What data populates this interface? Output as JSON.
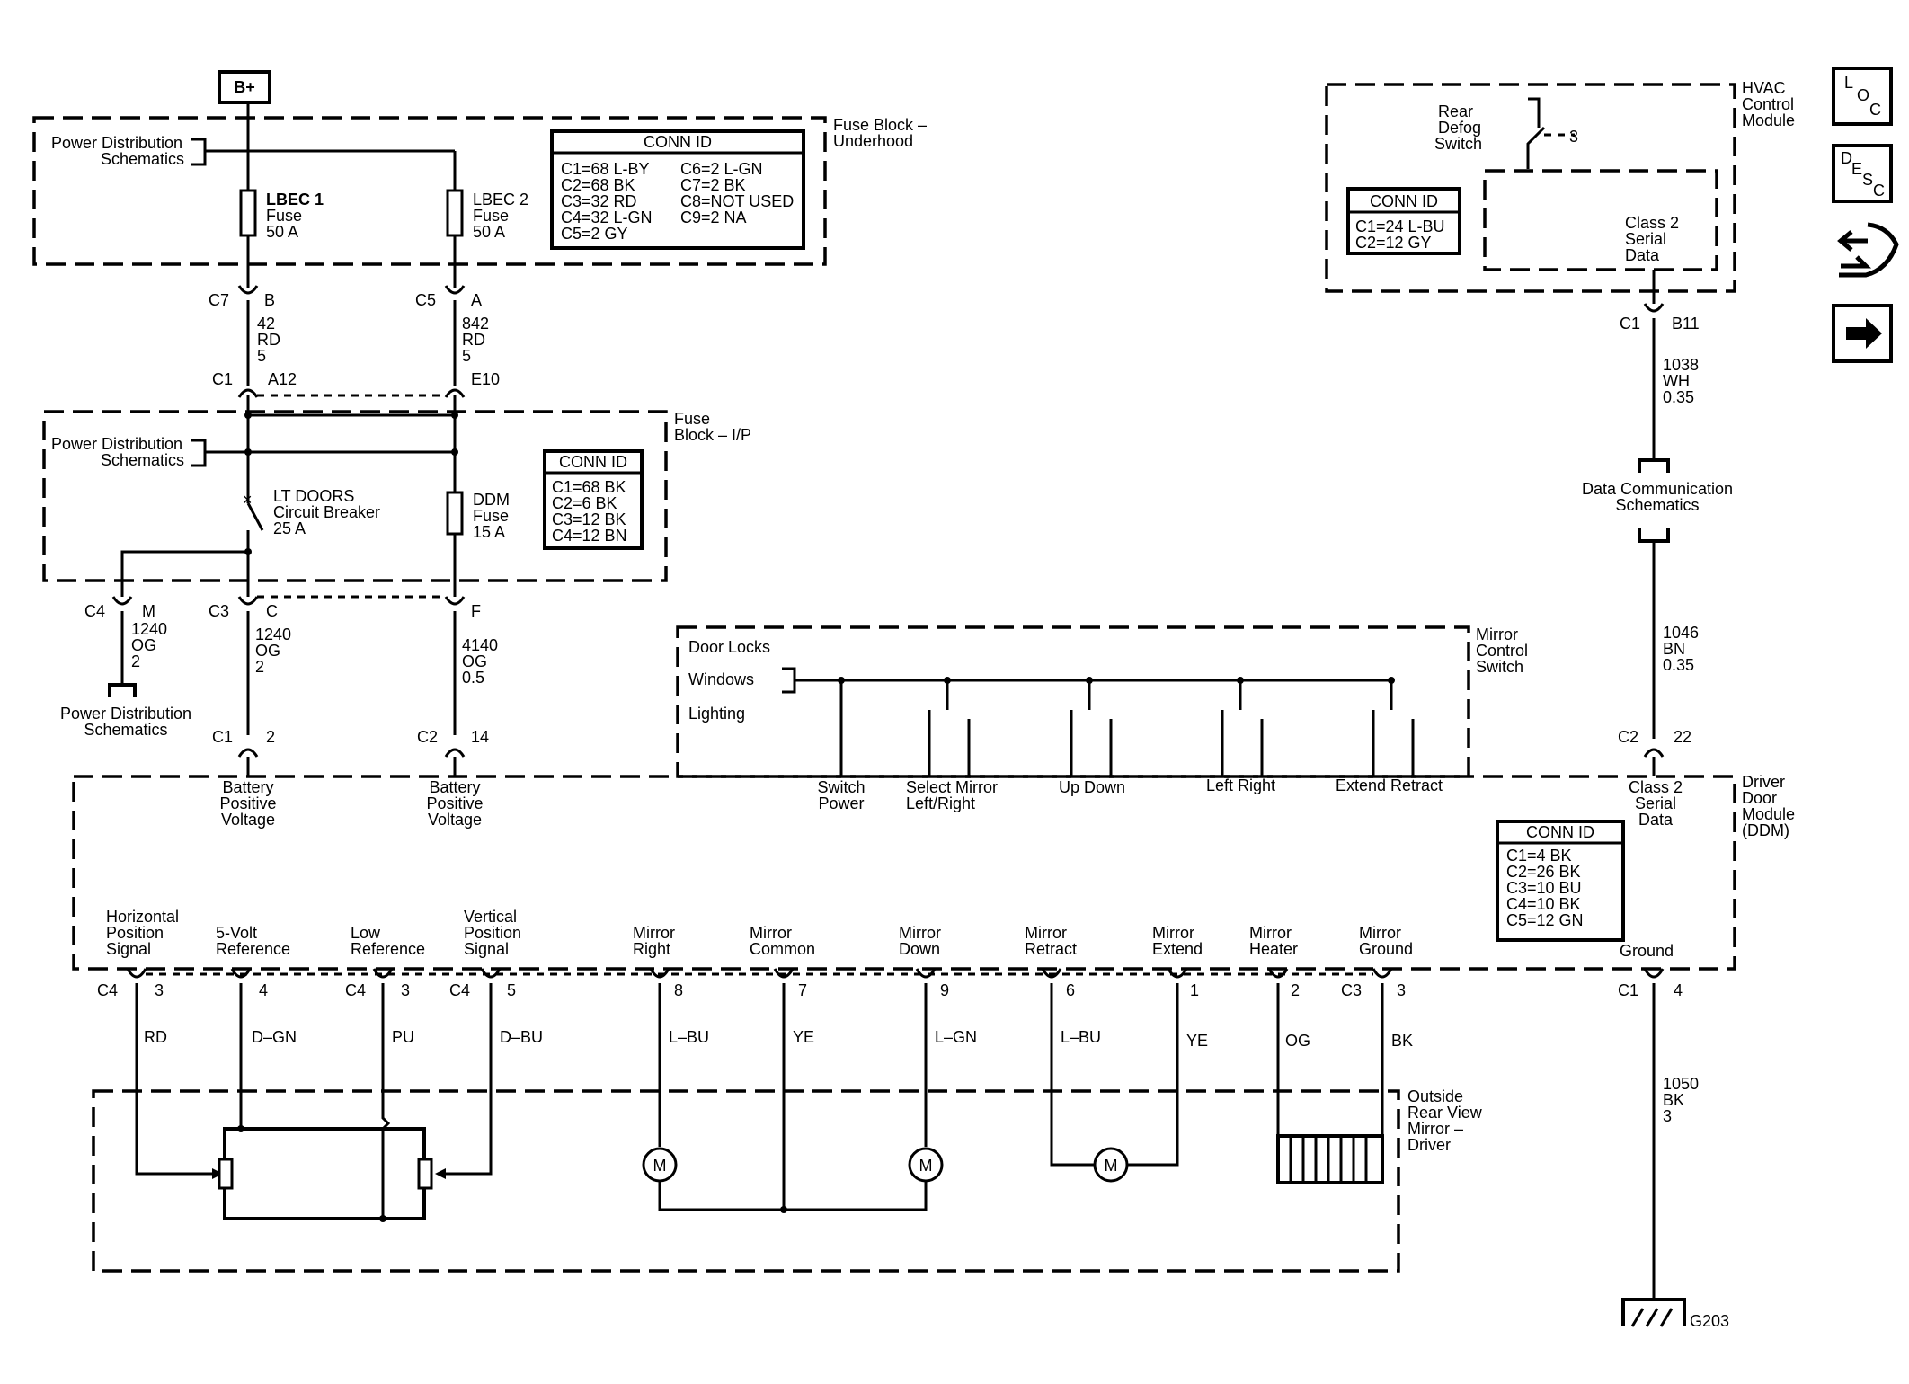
{
  "battery": "B+",
  "power_dist": [
    "Power Distribution",
    "Schematics"
  ],
  "fuse_block_underhood": [
    "Fuse Block –",
    "Underhood"
  ],
  "fuse_block_ip": [
    "Fuse",
    "Block – I/P"
  ],
  "lbec1": [
    "LBEC 1",
    "Fuse",
    "50 A"
  ],
  "lbec2": [
    "LBEC 2",
    "Fuse",
    "50 A"
  ],
  "underhood_conn": {
    "title": "CONN ID",
    "left": [
      "C1=68 L-BY",
      "C2=68 BK",
      "C3=32 RD",
      "C4=32 L-GN",
      "C5=2 GY"
    ],
    "right": [
      "C6=2 L-GN",
      "C7=2 BK",
      "C8=NOT USED",
      "C9=2 NA"
    ]
  },
  "ip_conn": {
    "title": "CONN ID",
    "rows": [
      "C1=68 BK",
      "C2=6 BK",
      "C3=12 BK",
      "C4=12 BN"
    ]
  },
  "lt_doors": [
    "LT DOORS",
    "Circuit Breaker",
    "25 A"
  ],
  "ddm_fuse": [
    "DDM",
    "Fuse",
    "15 A"
  ],
  "conn_c7": "C7",
  "conn_c7_pin": "B",
  "conn_c5": "C5",
  "conn_c5_pin": "A",
  "wire_42": [
    "42",
    "RD",
    "5"
  ],
  "wire_842": [
    "842",
    "RD",
    "5"
  ],
  "conn_c1a": "C1",
  "conn_c1a_pin": "A12",
  "conn_c1a_pin2": "E10",
  "conn_c4m": "C4",
  "conn_c4m_pin": "M",
  "conn_c3c": "C3",
  "conn_c3c_pin": "C",
  "conn_f_pin": "F",
  "wire_1240a": [
    "1240",
    "OG",
    "2"
  ],
  "wire_1240b": [
    "1240",
    "OG",
    "2"
  ],
  "wire_4140": [
    "4140",
    "OG",
    "0.5"
  ],
  "conn_c1_2": "C1",
  "conn_c1_2_pin": "2",
  "conn_c2_14": "C2",
  "conn_c2_14_pin": "14",
  "batt_pos": [
    "Battery",
    "Positive",
    "Voltage"
  ],
  "hvac": {
    "title": [
      "HVAC",
      "Control",
      "Module"
    ],
    "switch": [
      "Rear",
      "Defog",
      "Switch"
    ],
    "serial": [
      "Class 2",
      "Serial",
      "Data"
    ],
    "conn_title": "CONN ID",
    "conn_rows": [
      "C1=24 L-BU",
      "C2=12 GY"
    ]
  },
  "conn_c1_b11": "C1",
  "conn_c1_b11_pin": "B11",
  "wire_1038": [
    "1038",
    "WH",
    "0.35"
  ],
  "data_comm": [
    "Data Communication",
    "Schematics"
  ],
  "wire_1046": [
    "1046",
    "BN",
    "0.35"
  ],
  "conn_c2_22": "C2",
  "conn_c2_22_pin": "22",
  "mirror_switch": {
    "title": [
      "Mirror",
      "Control",
      "Switch"
    ],
    "door_locks": "Door Locks",
    "windows": "Windows",
    "lighting": "Lighting",
    "switch_power": [
      "Switch",
      "Power"
    ],
    "select": [
      "Select Mirror",
      "Left/Right"
    ],
    "up_down": "Up  Down",
    "left_right": "Left  Right",
    "extend_retract": "Extend  Retract"
  },
  "ddm": {
    "title": [
      "Driver",
      "Door",
      "Module",
      "(DDM)"
    ],
    "serial": [
      "Class 2",
      "Serial",
      "Data"
    ],
    "conn_title": "CONN ID",
    "conn_rows": [
      "C1=4 BK",
      "C2=26 BK",
      "C3=10 BU",
      "C4=10 BK",
      "C5=12 GN"
    ],
    "ground": "Ground"
  },
  "signals": {
    "horiz": [
      "Horizontal",
      "Position",
      "Signal"
    ],
    "fivev": [
      "5-Volt",
      "Reference"
    ],
    "lowref": [
      "Low",
      "Reference"
    ],
    "vert": [
      "Vertical",
      "Position",
      "Signal"
    ],
    "mright": [
      "Mirror",
      "Right"
    ],
    "mcommon": [
      "Mirror",
      "Common"
    ],
    "mdown": [
      "Mirror",
      "Down"
    ],
    "mretract": [
      "Mirror",
      "Retract"
    ],
    "mextend": [
      "Mirror",
      "Extend"
    ],
    "mheater": [
      "Mirror",
      "Heater"
    ],
    "mground": [
      "Mirror",
      "Ground"
    ]
  },
  "pins": {
    "p1": [
      "C4",
      "3"
    ],
    "p2": "4",
    "p3": [
      "C4",
      "3"
    ],
    "p4": [
      "C4",
      "5"
    ],
    "p5": "8",
    "p6": "7",
    "p7": "9",
    "p8": "6",
    "p9": "1",
    "p10": "2",
    "p11": [
      "C3",
      "3"
    ],
    "gnd": [
      "C1",
      "4"
    ]
  },
  "colors": {
    "c1": "RD",
    "c2": "D–GN",
    "c3": "PU",
    "c4": "D–BU",
    "c5": "L–BU",
    "c6": "YE",
    "c7": "L–GN",
    "c8": "L–BU",
    "c9": "YE",
    "c10": "OG",
    "c11": "BK"
  },
  "outside_mirror": [
    "Outside",
    "Rear View",
    "Mirror –",
    "Driver"
  ],
  "motor": "M",
  "wire_1050": [
    "1050",
    "BK",
    "3"
  ],
  "g203": "G203",
  "nav": {
    "loc": [
      "L",
      "O",
      "C"
    ],
    "desc": [
      "D",
      "E",
      "S",
      "C"
    ]
  }
}
